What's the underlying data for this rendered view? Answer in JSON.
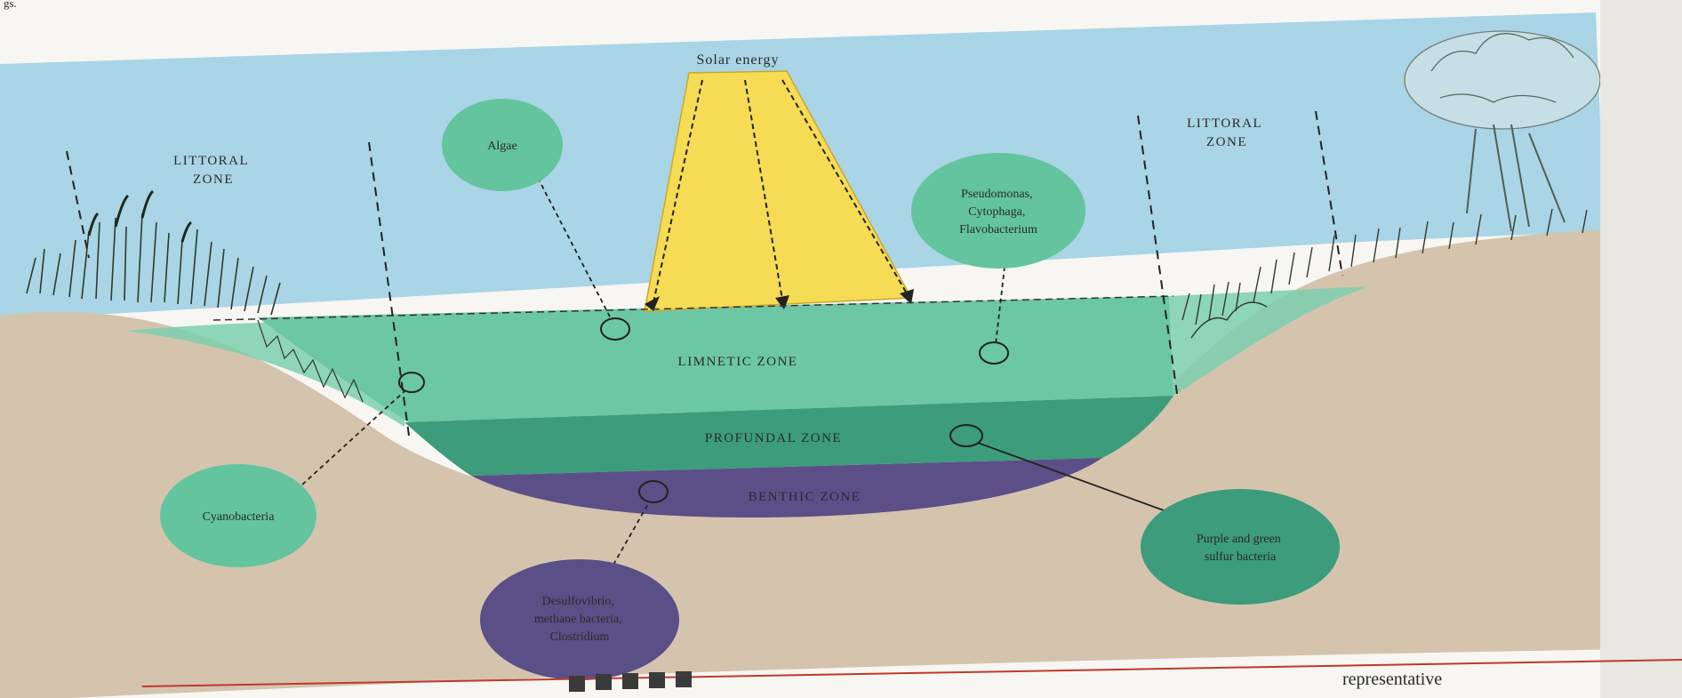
{
  "page": {
    "corner_text": "gs.",
    "bottom_text": "representative"
  },
  "diagram": {
    "solar_label": "Solar energy",
    "left_littoral": [
      "LITTORAL",
      "ZONE"
    ],
    "right_littoral": [
      "LITTORAL",
      "ZONE"
    ],
    "zones": {
      "limnetic": "LIMNETIC ZONE",
      "profundal": "PROFUNDAL ZONE",
      "benthic": "BENTHIC ZONE"
    },
    "bubbles": {
      "algae": [
        "Algae"
      ],
      "plankton": [
        "Pseudomonas,",
        "Cytophaga,",
        "Flavobacterium"
      ],
      "cyanobacteria": [
        "Cyanobacteria"
      ],
      "desulfovibrio": [
        "Desulfovibrio,",
        "methane bacteria,",
        "Clostridium"
      ],
      "sulfur": [
        "Purple and green",
        "sulfur bacteria"
      ]
    },
    "colors": {
      "sky": "#a9d5e6",
      "ground": "#d4c4ae",
      "limnetic": "#6cc7a4",
      "profundal": "#3c9c7c",
      "benthic": "#5c4f88",
      "sun": "#f6dc55",
      "bubble_green": "#63c49e",
      "bubble_purple": "#5a4f86"
    }
  }
}
